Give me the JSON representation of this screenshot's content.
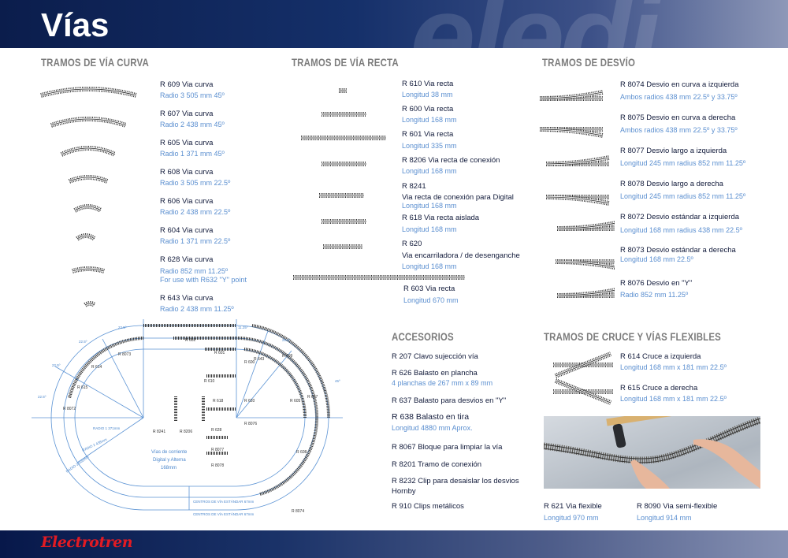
{
  "header": {
    "title": "Vías"
  },
  "footer": {
    "brand": "Electrotren"
  },
  "curva": {
    "heading": "TRAMOS DE VÍA CURVA",
    "items": [
      {
        "code": "R 609 Via curva",
        "desc": "Radio 3 505 mm 45º"
      },
      {
        "code": "R 607 Via curva",
        "desc": "Radio 2 438 mm 45º"
      },
      {
        "code": "R 605 Via curva",
        "desc": "Radio 1 371 mm 45º"
      },
      {
        "code": "R 608 Via curva",
        "desc": "Radio 3 505 mm 22.5º"
      },
      {
        "code": "R 606 Via curva",
        "desc": "Radio 2 438 mm 22.5º"
      },
      {
        "code": "R 604 Via curva",
        "desc": "Radio 1 371 mm 22.5º"
      },
      {
        "code": "R 628 Via curva",
        "desc": "Radio 852 mm 11.25º",
        "note": "For use with R632 \"Y\" point"
      },
      {
        "code": "R 643 Via curva",
        "desc": "Radio 2 438 mm 11.25º"
      }
    ]
  },
  "recta": {
    "heading": "TRAMOS DE VÍA RECTA",
    "items": [
      {
        "code": "R 610 Via recta",
        "desc": "Longitud 38 mm"
      },
      {
        "code": "R 600 Via recta",
        "desc": "Longitud 168 mm"
      },
      {
        "code": "R 601 Via recta",
        "desc": "Longitud 335 mm"
      },
      {
        "code": "R 8206 Via recta de conexión",
        "desc": "Longitud 168 mm"
      },
      {
        "code": "R 8241",
        "name": "Via recta de conexión para Digital",
        "desc": "Longitud 168 mm"
      },
      {
        "code": "R 618 Via recta aislada",
        "desc": "Longitud 168 mm"
      },
      {
        "code": "R 620",
        "name": "Via encarriladora / de desenganche",
        "desc": "Longitud 168 mm"
      },
      {
        "code": "R 603 Via recta",
        "desc": "Longitud 670 mm"
      }
    ]
  },
  "desvio": {
    "heading": "TRAMOS DE DESVÍO",
    "items": [
      {
        "code": "R 8074 Desvio en curva a izquierda",
        "desc": "Ambos radios 438 mm 22.5º y 33.75º"
      },
      {
        "code": "R 8075 Desvio en curva a derecha",
        "desc": "Ambos radios 438 mm 22.5º y 33.75º"
      },
      {
        "code": "R 8077 Desvio largo a izquierda",
        "desc": "Longitud 245 mm radius 852 mm 11.25º"
      },
      {
        "code": "R 8078 Desvio largo a derecha",
        "desc": "Longitud 245 mm radius 852 mm 11.25º"
      },
      {
        "code": "R 8072 Desvio estándar a izquierda",
        "desc": "Longitud 168 mm radius 438 mm 22.5º"
      },
      {
        "code": "R 8073 Desvio estándar a derecha",
        "desc": "Longitud 168 mm 22.5º"
      },
      {
        "code": "R 8076 Desvio en \"Y\"",
        "desc": "Radio 852 mm 11.25º"
      }
    ]
  },
  "accesorios": {
    "heading": "ACCESORIOS",
    "items": [
      {
        "code": "R 207 Clavo sujección vía"
      },
      {
        "code": "R 626 Balasto en plancha",
        "desc": "4 planchas de 267 mm x 89 mm"
      },
      {
        "code": "R 637 Balasto para desvios en \"Y\""
      },
      {
        "code": "R 638 Balasto en tira",
        "desc": "Longitud 4880 mm Aprox."
      },
      {
        "code": "R 8067 Bloque para limpiar la vía"
      },
      {
        "code": "R 8201 Tramo de conexión"
      },
      {
        "code": "R 8232 Clip para desaislar los desvios",
        "note": "Hornby"
      },
      {
        "code": "R 910 Clips metálicos"
      }
    ]
  },
  "cruce": {
    "heading": "TRAMOS DE CRUCE Y VÍAS FLEXIBLES",
    "items": [
      {
        "code": "R 614 Cruce a izquierda",
        "desc": "Longitud 168 mm x 181 mm 22.5º"
      },
      {
        "code": "R 615 Cruce a derecha",
        "desc": "Longitud 168 mm x 181 mm 22.5º"
      }
    ],
    "flex": [
      {
        "code": "R 621 Via flexible",
        "desc": "Longitud 970 mm"
      },
      {
        "code": "R 8090 Via semi-flexible",
        "desc": "Longitud 914 mm"
      }
    ]
  },
  "diagram": {
    "radio1": "RADIO 1 371mm",
    "radio2": "RADIO 2 438mm",
    "radio3": "RADIO 3 505mm",
    "centros": "CENTROS DE VÍA ESTÁNDAR 67mm",
    "corriente1": "Vías de corriente",
    "corriente2": "Digital y Alterna",
    "corriente3": "168mm",
    "labels": [
      "R 602",
      "R 601",
      "R 600",
      "R 610",
      "R 618",
      "R 620",
      "R 8076",
      "R 628",
      "R 8077",
      "R 8078",
      "R 8241",
      "R 8206",
      "R 8073",
      "R 614",
      "R 615",
      "R 8072",
      "R 643",
      "R 609",
      "R 607",
      "R 605",
      "R 608",
      "R 8074"
    ],
    "angles": [
      "22.5º",
      "22.5º",
      "22.5º",
      "22.5º",
      "11.25º",
      "22.5º",
      "45º"
    ]
  }
}
